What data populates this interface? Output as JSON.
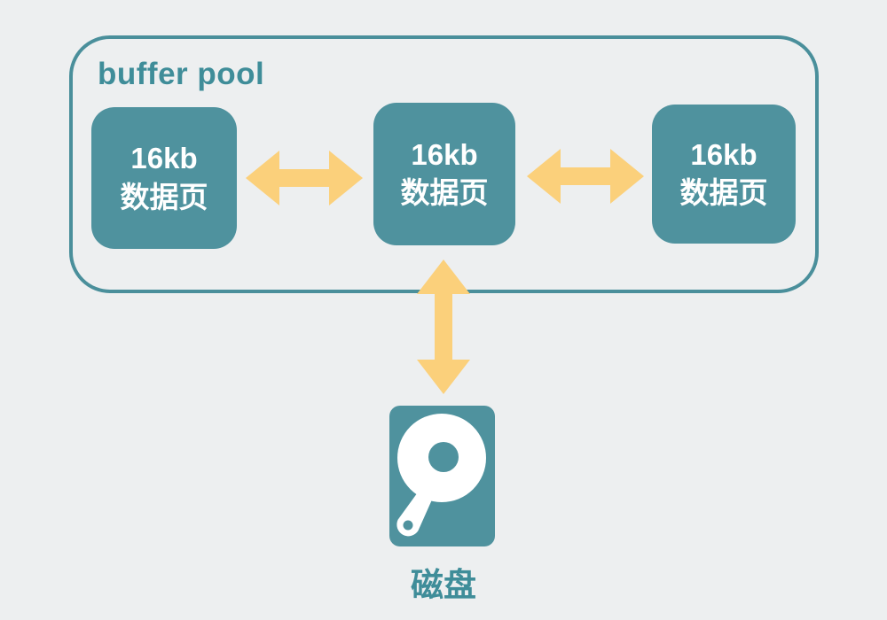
{
  "buffer_pool": {
    "label": "buffer pool",
    "pages": [
      {
        "size": "16kb",
        "name": "数据页"
      },
      {
        "size": "16kb",
        "name": "数据页"
      },
      {
        "size": "16kb",
        "name": "数据页"
      }
    ]
  },
  "disk": {
    "label": "磁盘",
    "icon": "hard-disk-icon"
  },
  "arrows": {
    "left": "bidirectional-horizontal",
    "right": "bidirectional-horizontal",
    "down": "bidirectional-vertical"
  },
  "colors": {
    "background": "#edeff0",
    "teal_fill": "#4f929e",
    "teal_outline": "#4a8f9b",
    "teal_text": "#3f8d99",
    "arrow_yellow": "#fbd07b",
    "box_text": "#ffffff"
  }
}
